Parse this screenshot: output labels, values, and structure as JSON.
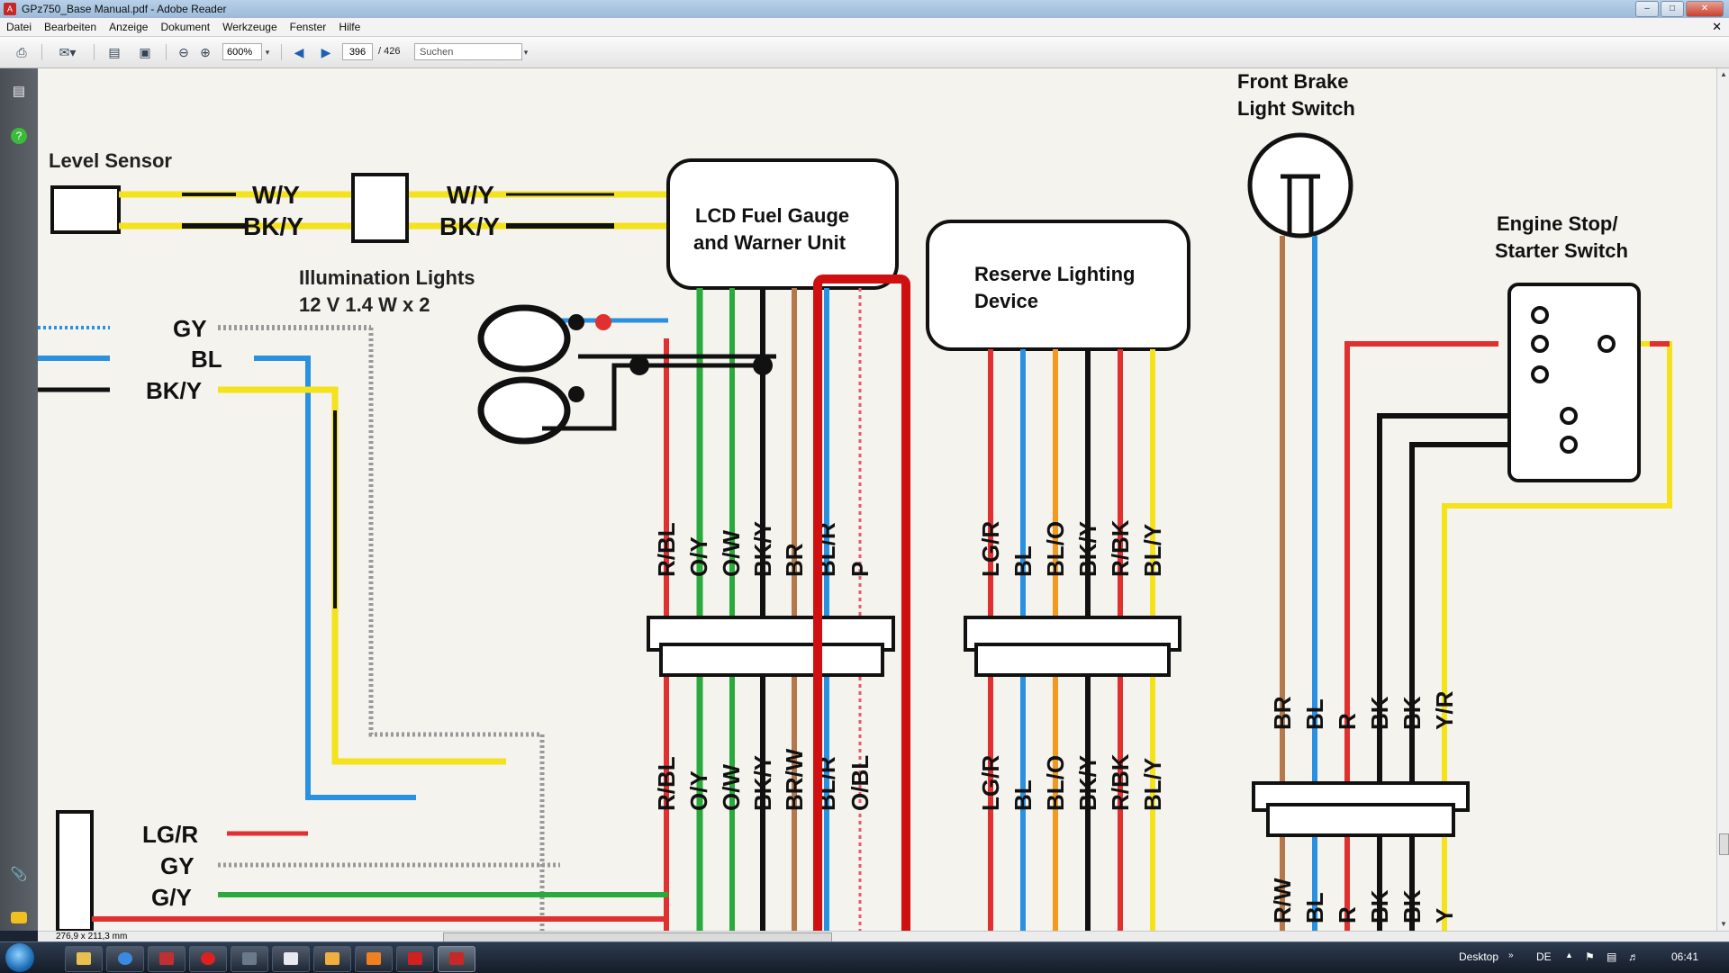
{
  "window": {
    "title": "GPz750_Base Manual.pdf - Adobe Reader",
    "app_icon": "pdf-app-icon",
    "controls": [
      "minimize-icon",
      "maximize-icon",
      "close-icon"
    ]
  },
  "menu": [
    "Datei",
    "Bearbeiten",
    "Anzeige",
    "Dokument",
    "Werkzeuge",
    "Fenster",
    "Hilfe"
  ],
  "toolbar": {
    "zoom": "600%",
    "page_current": "396",
    "page_total": "/ 426",
    "search_placeholder": "Suchen",
    "icons": [
      "print-icon",
      "email-icon",
      "save-icon",
      "fit-page-icon",
      "zoom-out-icon",
      "zoom-in-icon",
      "prev-page-icon",
      "next-page-icon"
    ]
  },
  "sidebar": {
    "icons": [
      "pages-icon",
      "help-icon",
      "attachments-icon",
      "comments-icon"
    ]
  },
  "diagram": {
    "labels": {
      "level_sensor": "Level Sensor",
      "illum_1": "Illumination Lights",
      "illum_2": "12 V 1.4 W x 2",
      "lcd_1": "LCD Fuel Gauge",
      "lcd_2": "and Warner Unit",
      "reserve_1": "Reserve Lighting",
      "reserve_2": "Device",
      "brake_1": "Front Brake",
      "brake_2": "Light Switch",
      "stop_1": "Engine Stop/",
      "stop_2": "Starter Switch"
    },
    "sensor_wires": [
      "W/Y",
      "BK/Y"
    ],
    "left_wires": [
      "GY",
      "BL",
      "BK/Y"
    ],
    "bottom_left_wires": [
      "LG/R",
      "GY",
      "G/Y"
    ],
    "lcd_top_wires": [
      "R/BL",
      "O/Y",
      "O/W",
      "BK/Y",
      "BR",
      "BL/R",
      "P"
    ],
    "lcd_bottom_wires": [
      "R/BL",
      "O/Y",
      "O/W",
      "BK/Y",
      "BR/W",
      "BL/R",
      "O/BL"
    ],
    "reserve_top_wires": [
      "LG/R",
      "BL",
      "BL/O",
      "BK/Y",
      "R/BK",
      "BL/Y"
    ],
    "reserve_bottom_wires": [
      "LG/R",
      "BL",
      "BL/O",
      "BK/Y",
      "R/BK",
      "BL/Y"
    ],
    "right_top_wires": [
      "BR",
      "BL",
      "R",
      "BK",
      "BK",
      "Y/R"
    ],
    "right_bottom_wires": [
      "R/W",
      "BL",
      "R",
      "BK",
      "BK",
      "Y"
    ],
    "highlight_color": "#d01010"
  },
  "status": {
    "page_size": "276,9 x 211,3 mm"
  },
  "taskbar": {
    "desktop_label": "Desktop",
    "language": "DE",
    "clock": "06:41",
    "apps": [
      "explorer-icon",
      "internet-explorer-icon",
      "app-icon",
      "opera-icon",
      "monitor-icon",
      "document-icon",
      "folder-icon",
      "vlc-icon",
      "adobe-reader-icon"
    ]
  }
}
